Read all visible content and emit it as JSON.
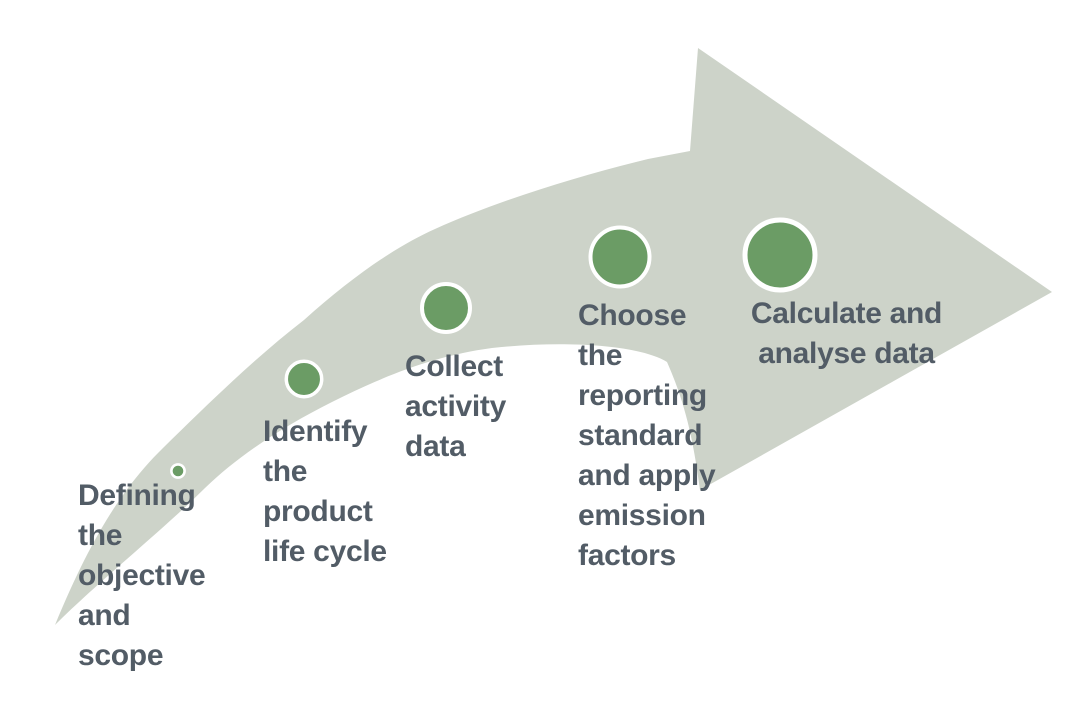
{
  "diagram": {
    "type": "process-swoosh-arrow",
    "colors": {
      "background": "#ffffff",
      "arrow": "#cdd3c9",
      "circle_fill": "#6b9c65",
      "circle_ring": "#ffffff",
      "text": "#525c66"
    },
    "steps": [
      {
        "index": 1,
        "label": "Defining the objective and scope",
        "lines": [
          "Defining",
          "the",
          "objective",
          "and",
          "scope"
        ]
      },
      {
        "index": 2,
        "label": "Identify the product life cycle",
        "lines": [
          "Identify",
          "the",
          "product",
          "life cycle"
        ]
      },
      {
        "index": 3,
        "label": "Collect activity data",
        "lines": [
          "Collect",
          "activity",
          "data"
        ]
      },
      {
        "index": 4,
        "label": "Choose the reporting standard and apply emission factors",
        "lines": [
          "Choose",
          "the",
          "reporting",
          "standard",
          "and apply",
          "emission",
          "factors"
        ]
      },
      {
        "index": 5,
        "label": "Calculate and analyse data",
        "lines": [
          "Calculate and",
          "analyse data"
        ]
      }
    ]
  }
}
